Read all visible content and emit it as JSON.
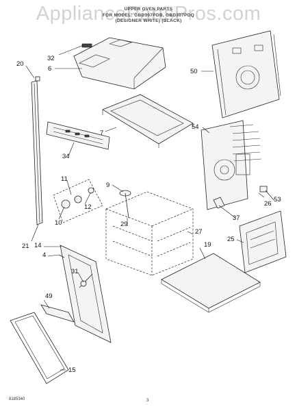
{
  "watermark": "AppliancePartsPros.com",
  "header": {
    "title": "UPPER OVEN PARTS",
    "model_line": "FOR MODEL: GBD307PDB, GBD307PDQ",
    "color_line": "(DESIGNER WHITE)   (BLACK)"
  },
  "callouts": [
    "32",
    "6",
    "20",
    "50",
    "7",
    "54",
    "34",
    "11",
    "9",
    "12",
    "26",
    "53",
    "10",
    "37",
    "29",
    "27",
    "21",
    "14",
    "4",
    "19",
    "25",
    "31",
    "49",
    "15"
  ],
  "footer": {
    "doc_number": "8185340",
    "page_number": "3"
  }
}
